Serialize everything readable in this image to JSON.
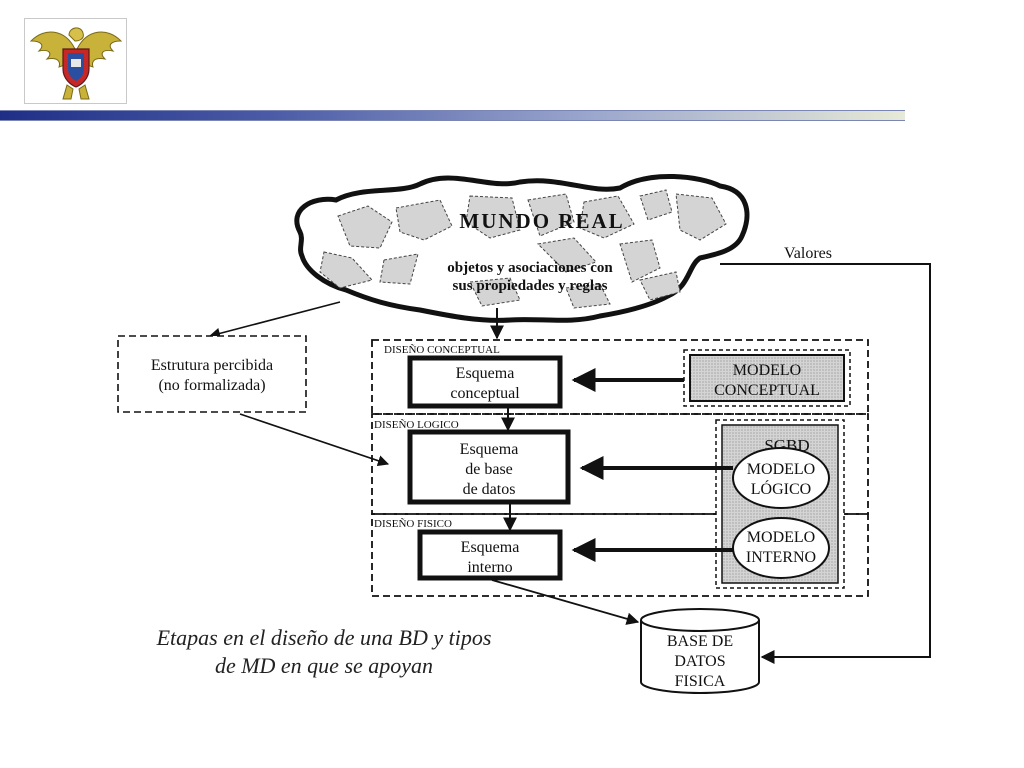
{
  "logo": {
    "icon": "university-crest-icon"
  },
  "diagram": {
    "mundo_real": {
      "title": "MUNDO REAL",
      "line1": "objetos y asociaciones con",
      "line2": "sus propiedades y reglas"
    },
    "valores": "Valores",
    "estrutura": {
      "line1": "Estrutura percibida",
      "line2": "(no formalizada)"
    },
    "conceptual": {
      "section": "DISEÑO  CONCEPTUAL",
      "box_line1": "Esquema",
      "box_line2": "conceptual",
      "model_line1": "MODELO",
      "model_line2": "CONCEPTUAL"
    },
    "logico": {
      "section": "DISEÑO LOGICO",
      "box_line1": "Esquema",
      "box_line2": "de base",
      "box_line3": "de datos",
      "sgbd": "SGBD",
      "model_line1": "MODELO",
      "model_line2": "LÓGICO"
    },
    "fisico": {
      "section": "DISEÑO FISICO",
      "box_line1": "Esquema",
      "box_line2": "interno",
      "model_line1": "MODELO",
      "model_line2": "INTERNO"
    },
    "base": {
      "line1": "BASE DE",
      "line2": "DATOS",
      "line3": "FISICA"
    }
  },
  "caption": {
    "line1": "Etapas en el diseño de una BD y tipos",
    "line2": "de MD en que se apoyan"
  }
}
